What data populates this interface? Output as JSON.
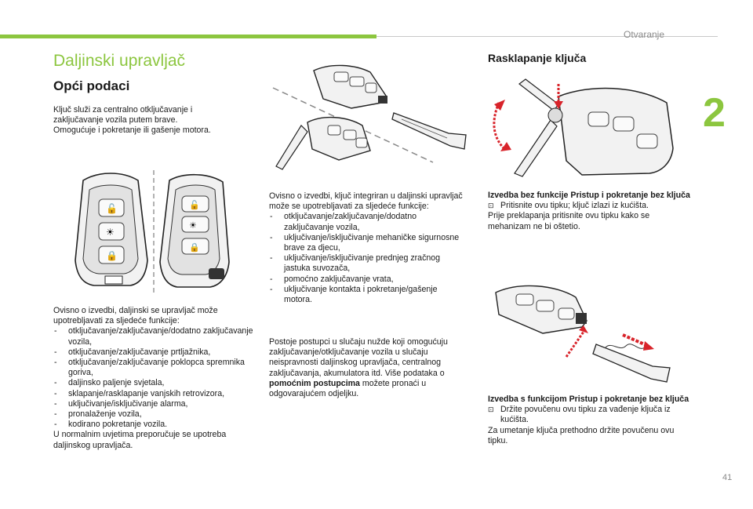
{
  "header": {
    "section_title": "Otvaranje",
    "chapter_number": "2",
    "page_number": "41"
  },
  "left": {
    "title": "Daljinski upravljač",
    "subtitle": "Opći podaci",
    "intro_lines": [
      "Ključ služi za centralno otključavanje i",
      "zaključavanje vozila putem brave.",
      "Omogućuje i pokretanje ili gašenje motora."
    ],
    "functions_intro": "Ovisno o izvedbi, daljinski se upravljač može upotrebljavati za sljedeće funkcije:",
    "functions": [
      "otključavanje/zaključavanje/dodatno zaključavanje vozila,",
      "otključavanje/zaključavanje prtljažnika,",
      "otključavanje/zaključavanje poklopca spremnika goriva,",
      "daljinsko paljenje svjetala,",
      "sklapanje/rasklapanje vanjskih retrovizora,",
      "uključivanje/isključivanje alarma,",
      "pronalaženje vozila,",
      "kodirano pokretanje vozila."
    ],
    "note": "U normalnim uvjetima preporučuje se upotreba daljinskog upravljača."
  },
  "middle": {
    "intro": "Ovisno o izvedbi, ključ integriran u daljinski upravljač može se upotrebljavati za sljedeće funkcije:",
    "functions": [
      "otključavanje/zaključavanje/dodatno zaključavanje vozila,",
      "uključivanje/isključivanje mehaničke sigurnosne brave za djecu,",
      "uključivanje/isključivanje prednjeg zračnog jastuka suvozača,",
      "pomoćno zaključavanje vrata,",
      "uključivanje kontakta i pokretanje/gašenje motora."
    ],
    "emergency_text_1": "Postoje postupci u slučaju nužde koji omogućuju zaključavanje/otključavanje vozila u slučaju neispravnosti daljinskog upravljača, centralnog zaključavanja, akumulatora itd. Više podataka o",
    "emergency_bold": "pomoćnim postupcima",
    "emergency_text_2": "možete pronaći u odgovarajućem odjeljku."
  },
  "right": {
    "title": "Rasklapanje ključa",
    "caption1": "Izvedba bez funkcije Pristup i pokretanje bez ključa",
    "step1": "Pritisnite ovu tipku; ključ izlazi iz kućišta.",
    "note1": "Prije preklapanja pritisnite ovu tipku kako se mehanizam ne bi oštetio.",
    "caption2": "Izvedba s funkcijom Pristup i pokretanje bez ključa",
    "step2": "Držite povučenu ovu tipku za vađenje ključa iz kućišta.",
    "note2": "Za umetanje ključa prethodno držite povučenu ovu tipku.",
    "step_icon": "checkbox-arrow-icon"
  },
  "colors": {
    "accent": "#8cc63f",
    "arrow_red": "#d8232a",
    "text": "#1a1a1a",
    "muted": "#8a8a8a"
  }
}
